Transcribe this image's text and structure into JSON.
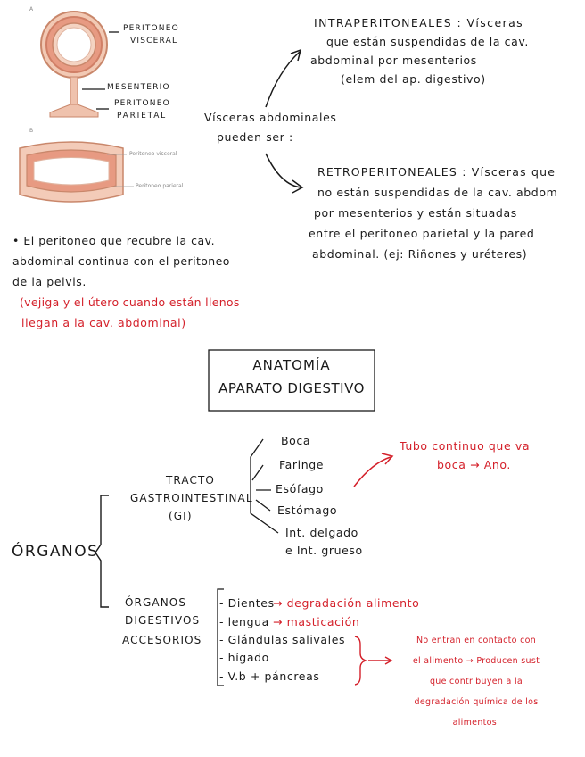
{
  "figure": {
    "label_a": "A",
    "label_b": "B",
    "peritoneo_visceral_1": "PERITONEO",
    "peritoneo_visceral_2": "VISCERAL",
    "mesenterio": "MESENTERIO",
    "peritoneo_parietal_1": "PERITONEO",
    "peritoneo_parietal_2": "PARIETAL",
    "b_visceral": "Peritoneo visceral",
    "b_parietal": "Peritoneo parietal"
  },
  "classification": {
    "center_1": "Vísceras abdominales",
    "center_2": "pueden ser :",
    "intra": [
      "INTRAPERITONEALES : Vísceras",
      "que están suspendidas de la cav.",
      "abdominal por mesenterios",
      "(elem del ap. digestivo)"
    ],
    "retro": [
      "RETROPERITONEALES : Vísceras que",
      "no están suspendidas de la cav. abdom",
      "por mesenterios y están situadas",
      "entre el peritoneo parietal y la pared",
      "abdominal. (ej: Riñones y uréteres)"
    ]
  },
  "note": {
    "black": [
      "• El peritoneo que recubre la cav.",
      "abdominal continua con el peritoneo",
      "de la pelvis."
    ],
    "red": [
      "(vejiga y el útero cuando están llenos",
      "llegan a la cav. abdominal)"
    ]
  },
  "title": {
    "line1": "ANATOMÍA",
    "line2": "APARATO DIGESTIVO"
  },
  "organos": {
    "root": "ÓRGANOS",
    "gi_1": "TRACTO",
    "gi_2": "GASTROINTESTINAL",
    "gi_3": "(GI)",
    "gi_items": [
      "Boca",
      "Faringe",
      "Esófago",
      "Estómago",
      "Int. delgado",
      "e Int. grueso"
    ],
    "tubo_1": "Tubo continuo que va",
    "tubo_2": "boca → Ano.",
    "acc_1": "ÓRGANOS",
    "acc_2": "DIGESTIVOS",
    "acc_3": "ACCESORIOS",
    "acc_items": [
      "- Dientes",
      "- lengua",
      "- Glándulas salivales",
      "- hígado",
      "- V.b + páncreas"
    ],
    "dientes_note": "→ degradación alimento",
    "lengua_note": "→ masticación",
    "contact": [
      "No entran en contacto con",
      "el alimento → Producen sust",
      "que contribuyen a la",
      "degradación química de los",
      "alimentos."
    ]
  },
  "colors": {
    "red": "#d4202a",
    "ink": "#1a1a1a",
    "tissue": "#e8a68a"
  }
}
